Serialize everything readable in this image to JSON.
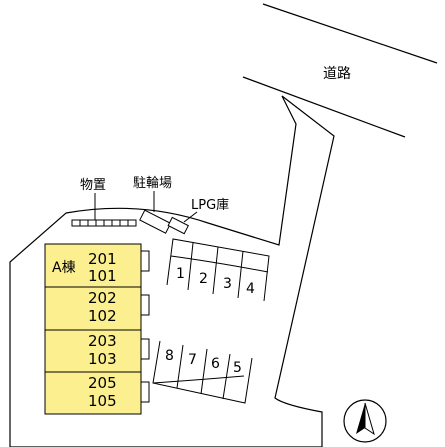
{
  "labels": {
    "road": "道路",
    "storage": "物置",
    "bicycle_parking": "駐輪場",
    "lpg": "LPG庫",
    "building": "A棟"
  },
  "units": [
    {
      "upper": "201",
      "lower": "101"
    },
    {
      "upper": "202",
      "lower": "102"
    },
    {
      "upper": "203",
      "lower": "103"
    },
    {
      "upper": "205",
      "lower": "105"
    }
  ],
  "parking_row_top": [
    "1",
    "2",
    "3",
    "4"
  ],
  "parking_row_bottom": [
    "8",
    "7",
    "6",
    "5"
  ],
  "colors": {
    "building_fill": "#fbef8f",
    "line": "#000000"
  }
}
